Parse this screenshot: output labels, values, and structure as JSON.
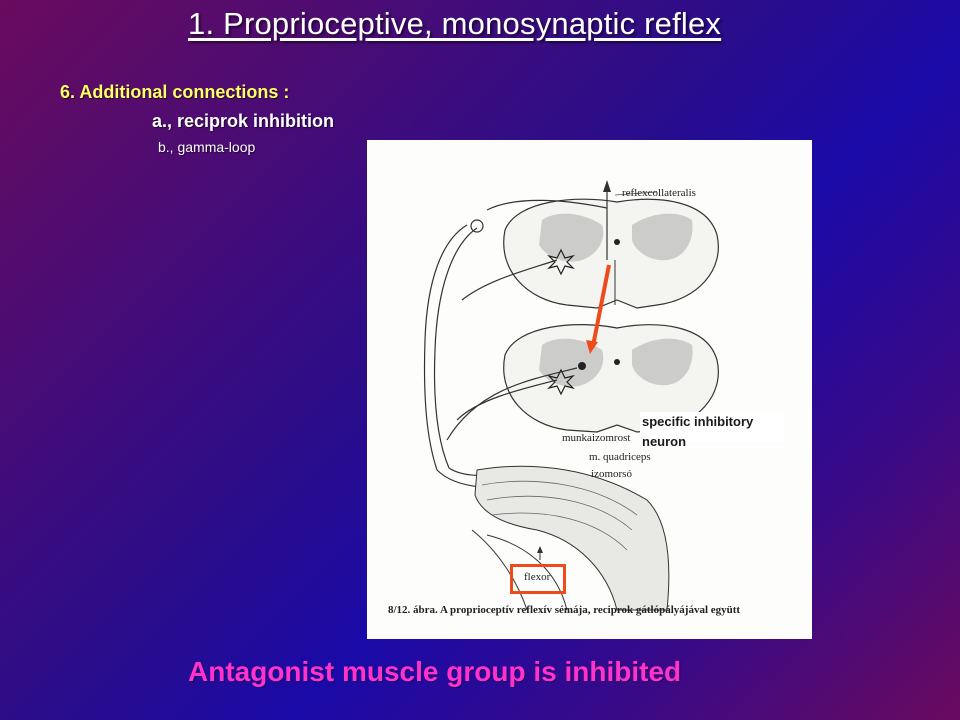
{
  "slide": {
    "title": "1. Proprioceptive, monosynaptic reflex",
    "section_heading": "6. Additional connections :",
    "item_a": "a., reciprok inhibition",
    "item_b": "b., gamma-loop",
    "conclusion": "Antagonist muscle group is inhibited"
  },
  "figure": {
    "labels": {
      "reflexcollateralis": "reflexcollateralis",
      "munkaizomrost": "munkaizomrost",
      "quadriceps": "m. quadriceps",
      "izomorso": "izomorsó",
      "flexor": "flexor"
    },
    "annotation_line1": "specific inhibitory",
    "annotation_line2": "neuron",
    "caption": "8/12. ábra. A proprioceptív reflexív sémája, reciprok gátlópályájával együtt"
  },
  "colors": {
    "accent_arrow": "#ef4a1c",
    "title_text": "#ffffff",
    "heading_yellow": "#ffff66",
    "conclusion_magenta": "#ff33cc"
  }
}
